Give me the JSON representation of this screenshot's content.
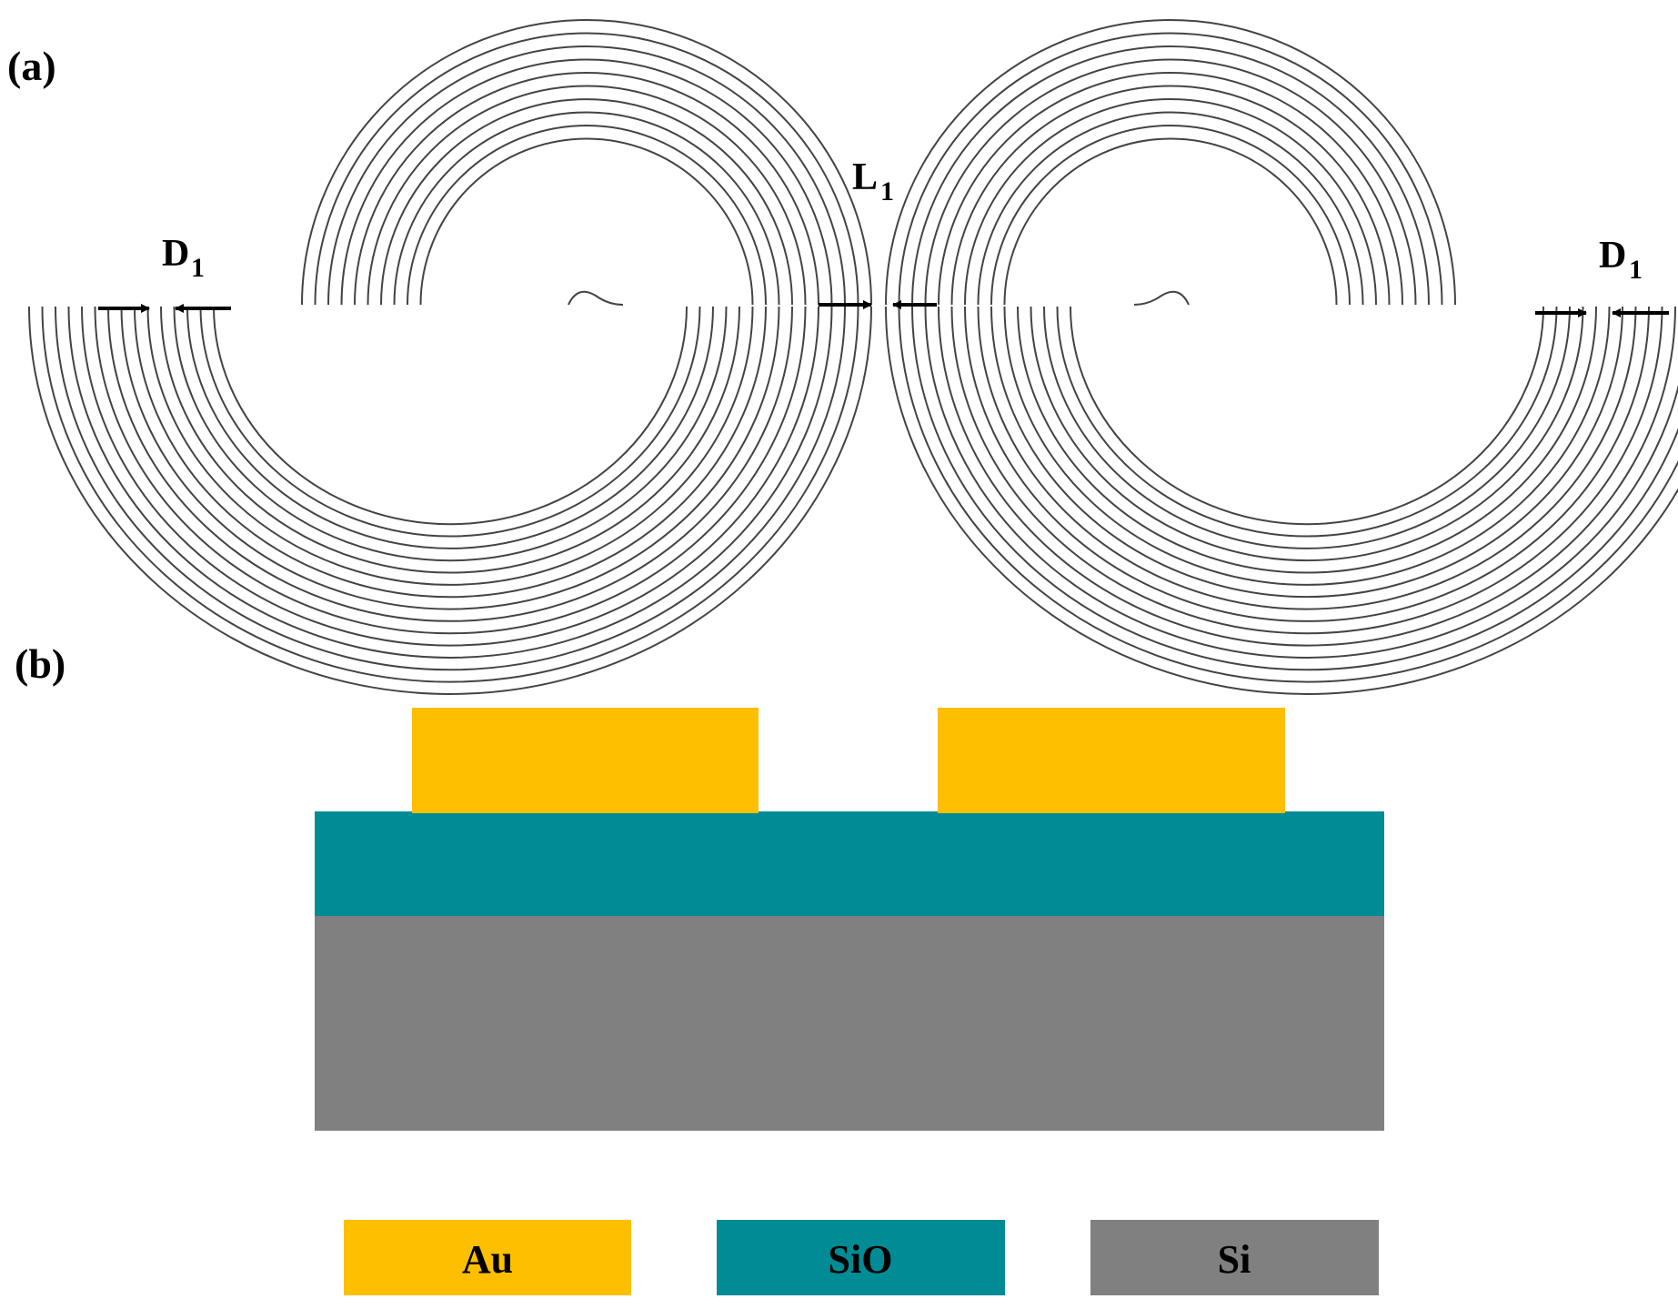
{
  "panel_a": {
    "label": "(a)",
    "annotations": {
      "left_width": {
        "letter": "D",
        "subscript": "1"
      },
      "center_gap": {
        "letter": "L",
        "subscript": "1"
      },
      "right_width": {
        "letter": "D",
        "subscript": "1"
      }
    },
    "spiral_turns_outer": 10,
    "line_color": "#444444"
  },
  "panel_b": {
    "label": "(b)",
    "layers": [
      {
        "name": "Au",
        "color": "#FDBF00"
      },
      {
        "name": "SiO",
        "color": "#008B95"
      },
      {
        "name": "Si",
        "color": "#808080"
      }
    ]
  },
  "legend": [
    {
      "label": "Au",
      "color": "#FDBF00"
    },
    {
      "label": "SiO",
      "color": "#008B95"
    },
    {
      "label": "Si",
      "color": "#808080"
    }
  ]
}
